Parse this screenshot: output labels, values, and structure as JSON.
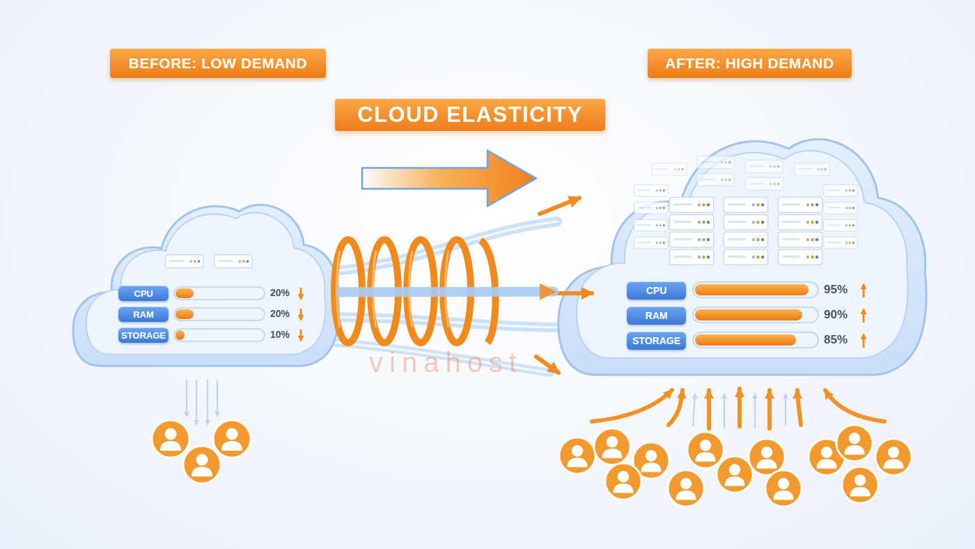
{
  "diagram": {
    "title": "CLOUD ELASTICITY",
    "nodes": [
      {
        "text": [
          "BEFORE: LOW DEMAND"
        ]
      },
      {
        "text": [
          "CPU"
        ],
        "in": 0
      },
      {
        "text": [
          "RAM"
        ],
        "in": 0
      },
      {
        "text": [
          "STORAGE"
        ],
        "in": 0
      },
      {
        "text": [
          "AFTER: HIGH DEMAND"
        ]
      },
      {
        "text": [
          "CPU"
        ],
        "in": 4
      },
      {
        "text": [
          "RAM"
        ],
        "in": 4
      },
      {
        "text": [
          "STORAGE"
        ],
        "in": 4
      }
    ],
    "edges": [
      {
        "from": 0,
        "to": 4,
        "arrow": "to"
      }
    ],
    "labels": [
      "20%",
      "20%",
      "10%",
      "95%",
      "90%",
      "85%",
      "vinahost"
    ]
  }
}
